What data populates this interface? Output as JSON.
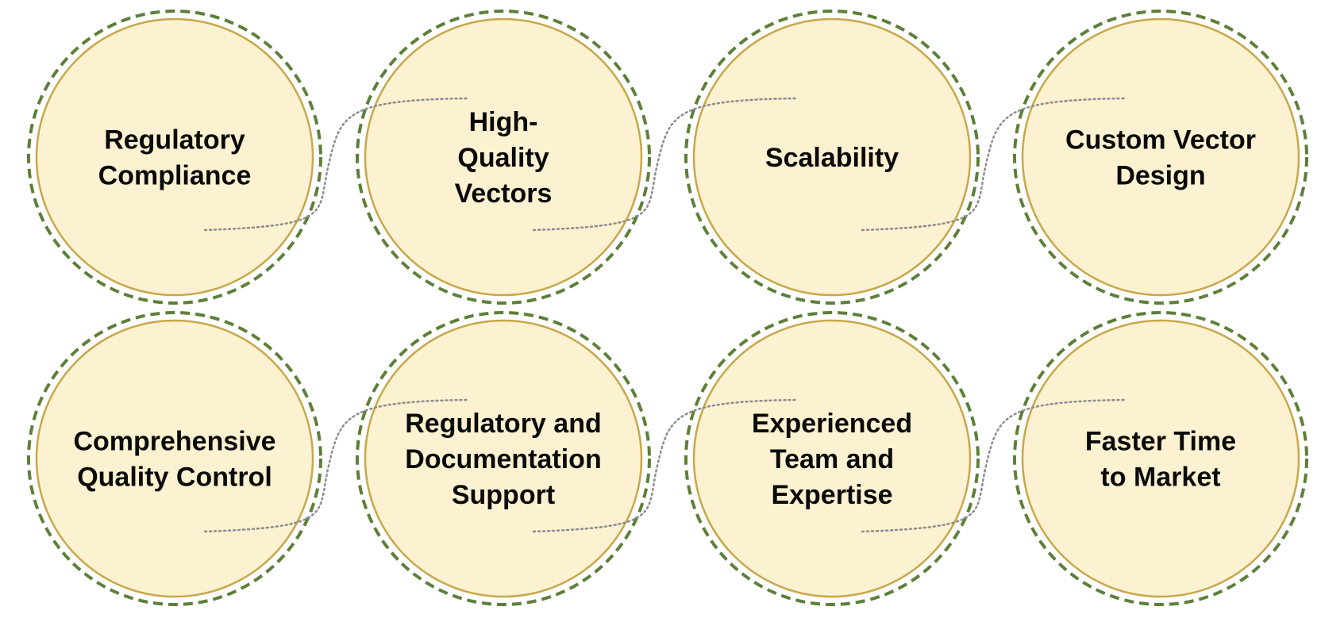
{
  "diagram": {
    "colors": {
      "background": "#ffffff",
      "circle_fill": "#fcf1d0",
      "circle_stroke": "#c8a74a",
      "dashed_ring": "#5e7f3a",
      "connector": "#8c8c8c",
      "text": "#0a0a0a"
    },
    "nodes": [
      {
        "id": "regulatory-compliance",
        "lines": [
          "Regulatory",
          "Compliance"
        ]
      },
      {
        "id": "high-quality-vectors",
        "lines": [
          "High-",
          "Quality",
          "Vectors"
        ]
      },
      {
        "id": "scalability",
        "lines": [
          "Scalability"
        ]
      },
      {
        "id": "custom-vector-design",
        "lines": [
          "Custom Vector",
          "Design"
        ]
      },
      {
        "id": "comprehensive-quality-control",
        "lines": [
          "Comprehensive",
          "Quality Control"
        ]
      },
      {
        "id": "regulatory-documentation-support",
        "lines": [
          "Regulatory and",
          "Documentation",
          "Support"
        ]
      },
      {
        "id": "experienced-team-expertise",
        "lines": [
          "Experienced",
          "Team and",
          "Expertise"
        ]
      },
      {
        "id": "faster-time-to-market",
        "lines": [
          "Faster Time",
          "to Market"
        ]
      }
    ],
    "connectors": [
      {
        "from": "regulatory-compliance",
        "to": "high-quality-vectors"
      },
      {
        "from": "high-quality-vectors",
        "to": "scalability"
      },
      {
        "from": "scalability",
        "to": "custom-vector-design"
      },
      {
        "from": "comprehensive-quality-control",
        "to": "regulatory-documentation-support"
      },
      {
        "from": "regulatory-documentation-support",
        "to": "experienced-team-expertise"
      },
      {
        "from": "experienced-team-expertise",
        "to": "faster-time-to-market"
      }
    ]
  }
}
